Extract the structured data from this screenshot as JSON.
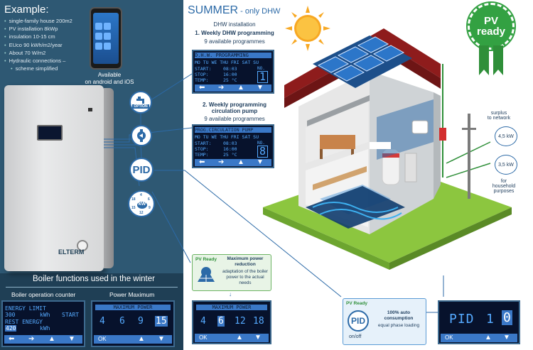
{
  "example": {
    "title": "Example:",
    "items": [
      "single-family house 200m2",
      "PV installation 8kWp",
      "insulation 10-15 cm",
      "EUco 90 kWh/m2/year",
      "About 70 W/m2",
      "Hydraulic connections –",
      "scheme simplified"
    ],
    "app_caption_line1": "Available",
    "app_caption_line2": "on android and iOS"
  },
  "summer": {
    "title": "SUMMER",
    "title_suffix": " - only DHW",
    "dhw_installation": "DHW installation",
    "prog1_title": "1. Weekly DHW programming",
    "prog1_sub": "9 available programmes",
    "prog2_title_line1": "2. Weekly programming",
    "prog2_title_line2": "circulation pump",
    "prog2_sub": "9 available programmes"
  },
  "lcd_dhw": {
    "header": "D.H.W. PROGRAMMING",
    "days": "MO TU WE THU FRI SAT SU",
    "start_label": "START:",
    "start_value": "08:03",
    "stop_label": "STOP:",
    "stop_value": "16:00",
    "temp_label": "TEMP:",
    "temp_value": "25 °C",
    "no_label": "NO.",
    "no_value": "1"
  },
  "lcd_pump": {
    "header": "PROG.CIRCULATION PUMP",
    "days": "MO TU WE THU FRI SAT SU",
    "start_label": "START:",
    "start_value": "08:03",
    "stop_label": "STOP:",
    "stop_value": "16:00",
    "temp_label": "TEMP:",
    "temp_value": "25 °C",
    "no_label": "NO.",
    "no_value": "8"
  },
  "icons": {
    "option_label": "OPTION",
    "pid_label": "PID",
    "kw_label": "kW",
    "kw_values": [
      "4",
      "6",
      "9",
      "12",
      "15",
      "18"
    ]
  },
  "boiler": {
    "section_title": "Boiler functions used in the winter",
    "counter_label": "Boiler operation counter",
    "power_max_label": "Power Maximum",
    "brand": "ELTERM"
  },
  "lcd_counter": {
    "line1": "ENERGY LIMIT",
    "line2_value": "300",
    "line2_unit": "kWh",
    "line2_action": "START",
    "line3": "REST ENERGY",
    "line4_value": "420",
    "line4_unit": "kWh"
  },
  "lcd_power_left": {
    "header": "MAXIMUM POWER",
    "values": [
      "4",
      "6",
      "9",
      "15"
    ],
    "ok_label": "OK"
  },
  "pv_max_power": {
    "badge": "PV Ready",
    "title_line1": "Maximum power",
    "title_line2": "reduction",
    "desc": "adaptation of the boiler power to the actual needs"
  },
  "lcd_power_center": {
    "header": "MAXIMUM POWER",
    "values": [
      "4",
      "6",
      "12",
      "18"
    ],
    "ok_label": "OK"
  },
  "pv_auto": {
    "badge": "PV Ready",
    "title_line1": "100% auto",
    "title_line2": "consumption",
    "desc": "equal phase loading",
    "pid_label": "PID",
    "onoff_label": "on/off"
  },
  "lcd_pid": {
    "text": "PID",
    "value1": "1",
    "value2": "0",
    "ok_label": "OK"
  },
  "pv_seal": {
    "line1": "PV",
    "line2": "ready"
  },
  "grid_notes": {
    "surplus_line1": "surplus",
    "surplus_line2": "to network",
    "kw_network": "4,5 kW",
    "kw_household": "3,5 kW",
    "for_line1": "for",
    "for_line2": "household",
    "for_line3": "purposes"
  },
  "colors": {
    "accent": "#2c6aa7",
    "panel": "#2e5873",
    "green": "#33a142",
    "lcd": "#07122c"
  }
}
